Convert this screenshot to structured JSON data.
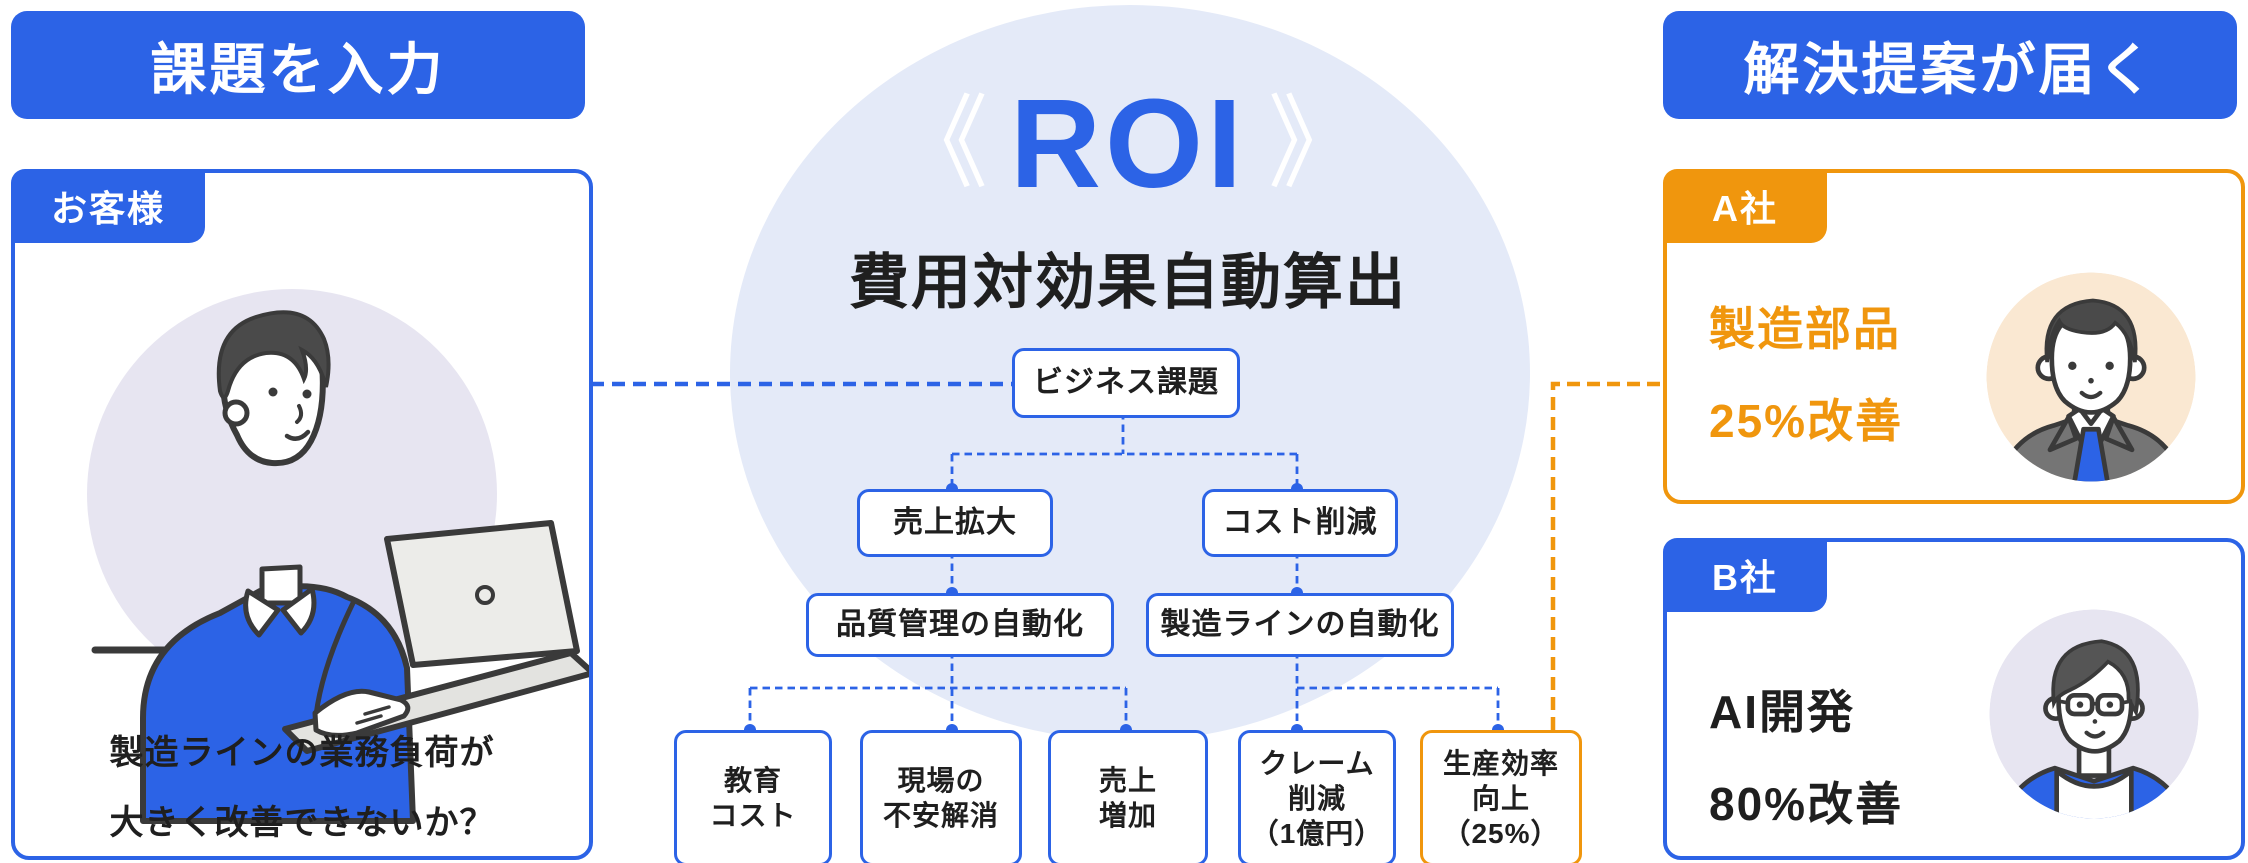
{
  "palette": {
    "blue": "#2c63e6",
    "orange": "#f0960d",
    "circle_bg": "#e4eaf8",
    "lavender": "#e7e5f1",
    "cream": "#fae8d2",
    "ink": "#1f1f1f",
    "line": "#3a3a3a",
    "suit_gray": "#757575",
    "laptop_gray": "#ecece9"
  },
  "left_panel": {
    "header_label": "課題を入力",
    "card": {
      "tag": "お客様",
      "question_lines": [
        "製造ラインの業務負荷が",
        "大きく改善できないか？"
      ],
      "illustration": "person-typing-on-laptop"
    }
  },
  "center": {
    "bracket_left": "《",
    "bracket_right": "》",
    "roi_label": "ROI",
    "subtitle": "費用対効果自動算出",
    "tree": {
      "root_label": "ビジネス課題",
      "branch_labels": [
        "売上拡大",
        "コスト削減"
      ],
      "mid_labels": [
        "品質管理の自動化",
        "製造ラインの自動化"
      ],
      "leaf_labels": [
        {
          "lines": [
            "教育",
            "コスト"
          ]
        },
        {
          "lines": [
            "現場の",
            "不安解消"
          ]
        },
        {
          "lines": [
            "売上",
            "増加"
          ]
        },
        {
          "lines": [
            "クレーム",
            "削減",
            "（1億円）"
          ]
        },
        {
          "lines": [
            "生産効率",
            "向上",
            "（25%）"
          ]
        }
      ]
    }
  },
  "right_panel": {
    "header_label": "解決提案が届く",
    "cards": [
      {
        "tag": "A社",
        "result_lines": [
          "製造部品",
          "25%改善"
        ],
        "avatar": "businessman-suit-tie-avatar"
      },
      {
        "tag": "B社",
        "result_lines": [
          "AI開発",
          "80%改善"
        ],
        "avatar": "engineer-glasses-avatar"
      }
    ]
  }
}
